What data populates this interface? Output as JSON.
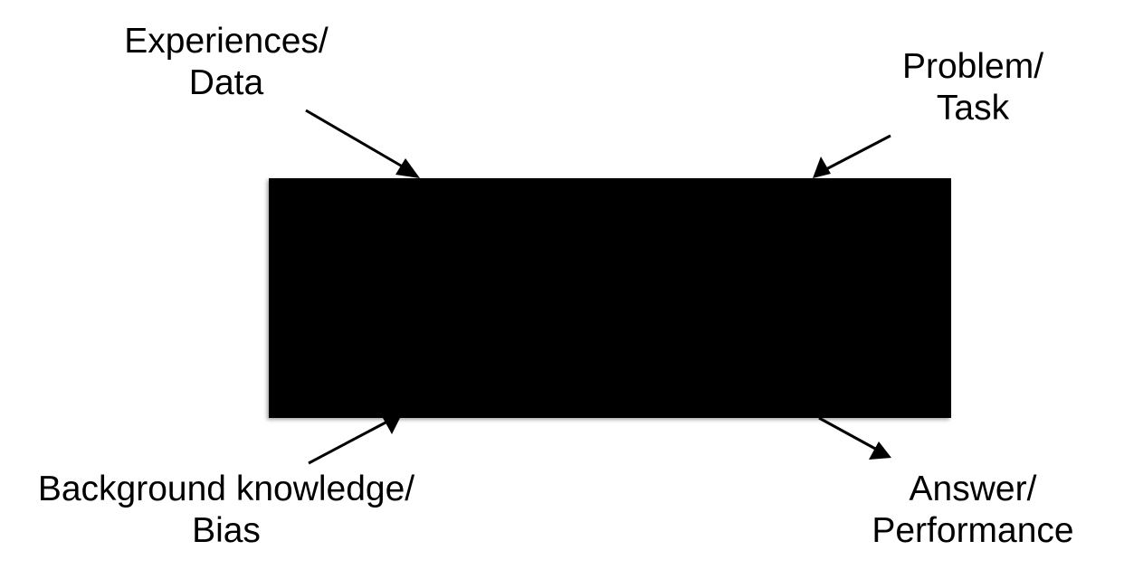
{
  "diagram": {
    "box_color": "#000000",
    "labels": {
      "experiences": [
        "Experiences/",
        "Data"
      ],
      "problem": [
        "Problem/",
        "Task"
      ],
      "background": [
        "Background knowledge/",
        "Bias"
      ],
      "answer": [
        "Answer/",
        "Performance"
      ]
    },
    "arrows": [
      {
        "from": "experiences",
        "to": "black-box",
        "direction": "in"
      },
      {
        "from": "problem",
        "to": "black-box",
        "direction": "in"
      },
      {
        "from": "background",
        "to": "black-box",
        "direction": "in"
      },
      {
        "from": "black-box",
        "to": "answer",
        "direction": "out"
      }
    ]
  }
}
